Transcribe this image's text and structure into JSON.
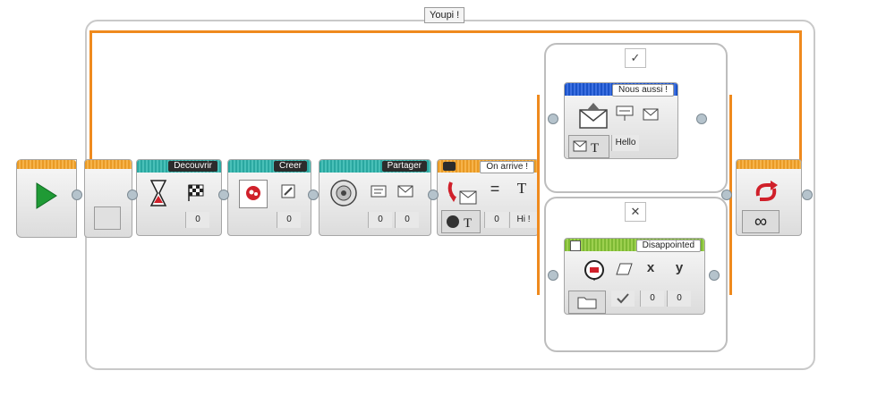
{
  "loop": {
    "label": "Youpi !",
    "count_symbol": "∞"
  },
  "blocks": {
    "discover": {
      "title": "Decouvrir",
      "value": "0"
    },
    "create": {
      "title": "Creer",
      "value": "0"
    },
    "share": {
      "title": "Partager",
      "value1": "0",
      "value2": "0"
    },
    "switch": {
      "title": "On arrive !",
      "equals": "=",
      "text_type": "T",
      "value_a": "0",
      "value_b": "Hi !"
    },
    "case_true": {
      "tab": "✓",
      "title": "Nous aussi !",
      "text": "Hello"
    },
    "case_false": {
      "tab": "✕",
      "title": "Disappointed",
      "x_label": "x",
      "y_label": "y",
      "x": "0",
      "y": "0"
    }
  },
  "colors": {
    "loop_orange": "#ef8a1e",
    "start_green": "#1f9a35",
    "teal": "#2aa7a0",
    "blue": "#1a52c8",
    "green": "#7db934"
  }
}
